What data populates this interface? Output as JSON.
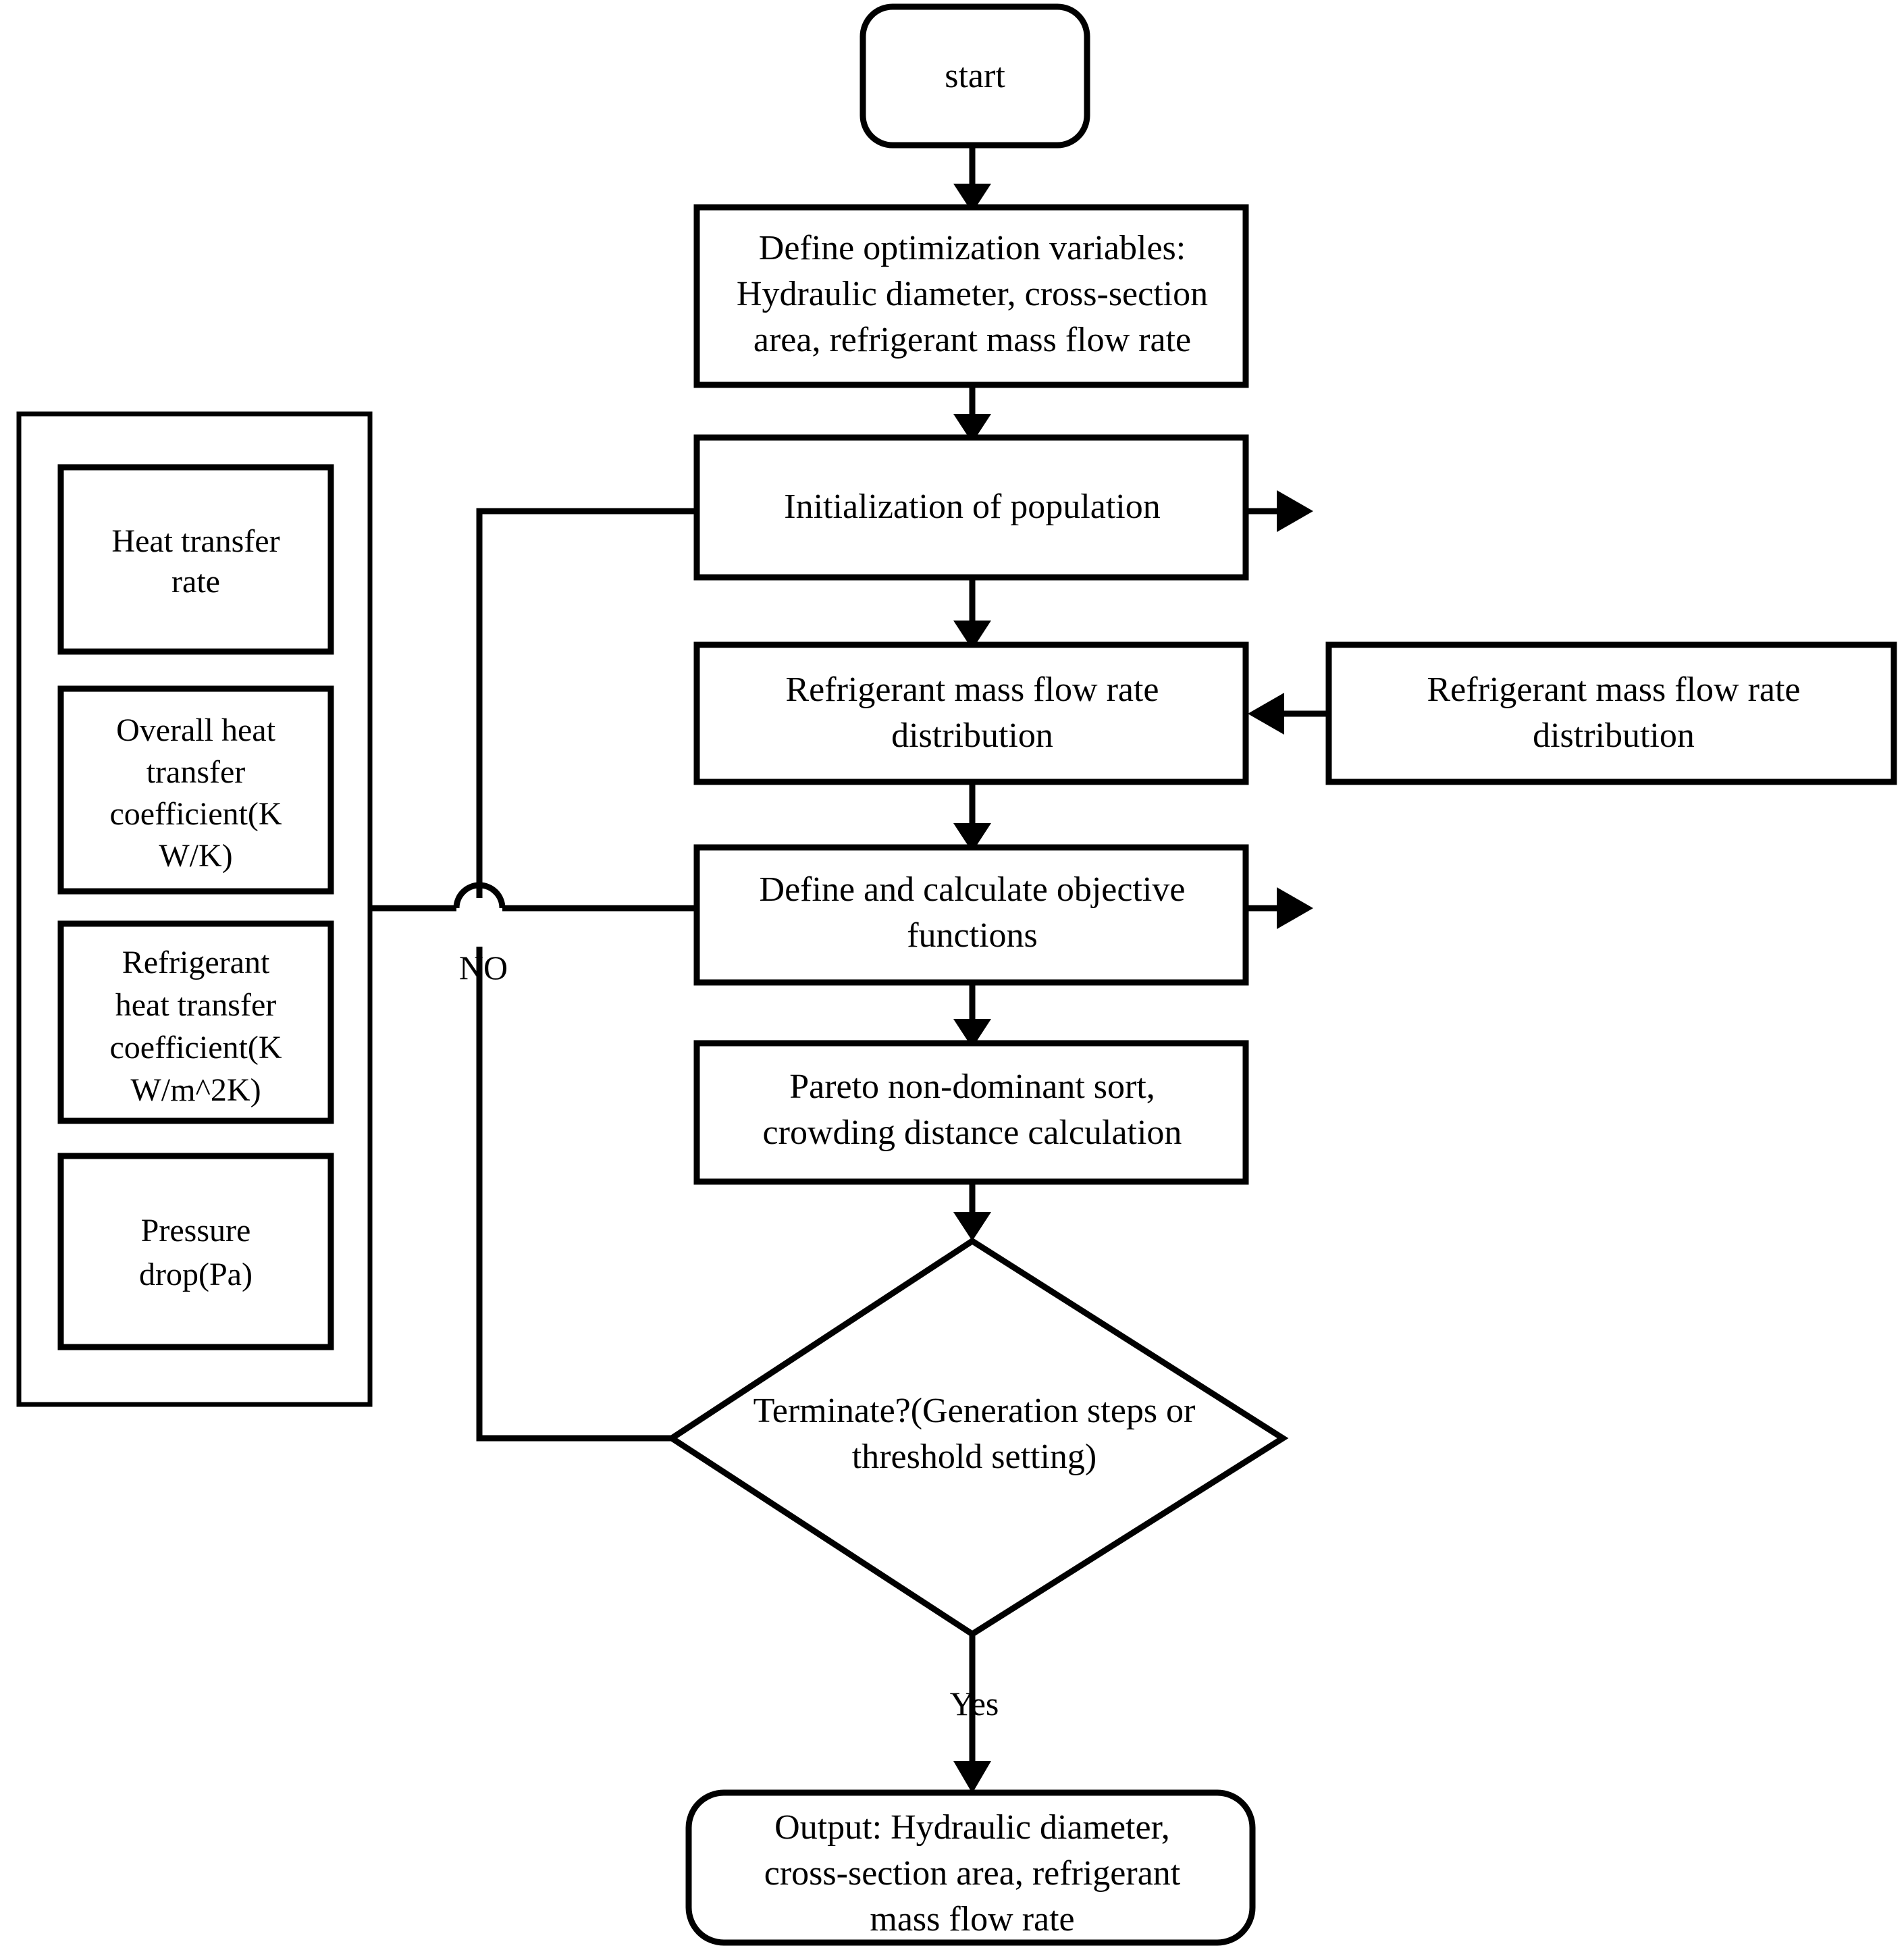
{
  "diagram": {
    "title": "Multi-objective optimization flowchart",
    "type": "flowchart",
    "stroke_color": "#000000",
    "fill_color": "#ffffff"
  },
  "nodes": {
    "start": {
      "label": "start",
      "shape": "rounded-rectangle"
    },
    "define_variables": {
      "line1": "Define optimization variables:",
      "line2": "Hydraulic diameter, cross-section",
      "line3": "area, refrigerant mass flow rate",
      "shape": "rectangle"
    },
    "initialization": {
      "line1": "Initialization of population",
      "shape": "rectangle"
    },
    "mass_flow_main": {
      "line1": "Refrigerant mass flow rate",
      "line2": "distribution",
      "shape": "rectangle"
    },
    "mass_flow_input": {
      "line1": "Refrigerant mass flow rate",
      "line2": "distribution",
      "shape": "rectangle"
    },
    "objective_functions": {
      "line1": "Define and calculate objective",
      "line2": "functions",
      "shape": "rectangle"
    },
    "pareto_sort": {
      "line1": "Pareto non-dominant sort,",
      "line2": "crowding distance calculation",
      "shape": "rectangle"
    },
    "terminate_decision": {
      "line1": "Terminate?(Generation steps or",
      "line2": "threshold setting)",
      "shape": "diamond"
    },
    "output": {
      "line1": "Output: Hydraulic diameter,",
      "line2": "cross-section area, refrigerant",
      "line3": "mass flow rate",
      "shape": "rounded-rectangle"
    }
  },
  "objectives_panel": {
    "items": [
      {
        "id": "heat-transfer-rate",
        "line1": "Heat transfer",
        "line2": "rate",
        "line3": "",
        "line4": ""
      },
      {
        "id": "overall-heat-transfer-coefficient",
        "line1": "Overall heat",
        "line2": "transfer",
        "line3": "coefficient(K",
        "line4": "W/K)"
      },
      {
        "id": "refrigerant-heat-transfer-coefficient",
        "line1": "Refrigerant",
        "line2": "heat transfer",
        "line3": "coefficient(K",
        "line4": "W/m^2K)"
      },
      {
        "id": "pressure-drop",
        "line1": "Pressure",
        "line2": "drop(Pa)",
        "line3": "",
        "line4": ""
      }
    ]
  },
  "edge_labels": {
    "no": "NO",
    "yes": "Yes"
  }
}
